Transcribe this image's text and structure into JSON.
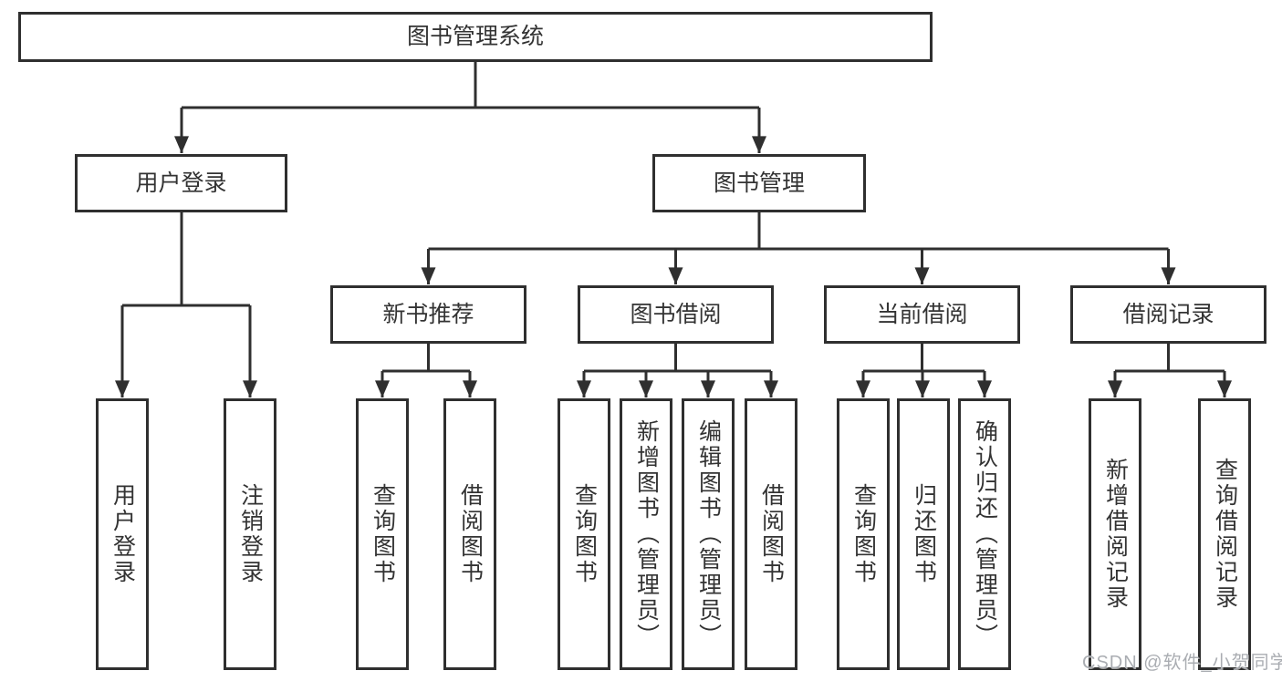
{
  "tree": {
    "label": "图书管理系统",
    "children": [
      {
        "label": "用户登录",
        "children": [
          {
            "label": "用户登录"
          },
          {
            "label": "注销登录"
          }
        ]
      },
      {
        "label": "图书管理",
        "children": [
          {
            "label": "新书推荐",
            "children": [
              {
                "label": "查询图书"
              },
              {
                "label": "借阅图书"
              }
            ]
          },
          {
            "label": "图书借阅",
            "children": [
              {
                "label": "查询图书"
              },
              {
                "label": "新增图书（管理员）"
              },
              {
                "label": "编辑图书（管理员）"
              },
              {
                "label": "借阅图书"
              }
            ]
          },
          {
            "label": "当前借阅",
            "children": [
              {
                "label": "查询图书"
              },
              {
                "label": "归还图书"
              },
              {
                "label": "确认归还（管理员）"
              }
            ]
          },
          {
            "label": "借阅记录",
            "children": [
              {
                "label": "新增借阅记录"
              },
              {
                "label": "查询借阅记录"
              }
            ]
          }
        ]
      }
    ]
  },
  "watermark": {
    "text": "CSDN @软件_小贺同学"
  },
  "colors": {
    "line": "#2f2f2f",
    "box_border": "#2f2f2f",
    "text": "#333333",
    "watermark": "#aaadb2",
    "background": "#ffffff"
  }
}
